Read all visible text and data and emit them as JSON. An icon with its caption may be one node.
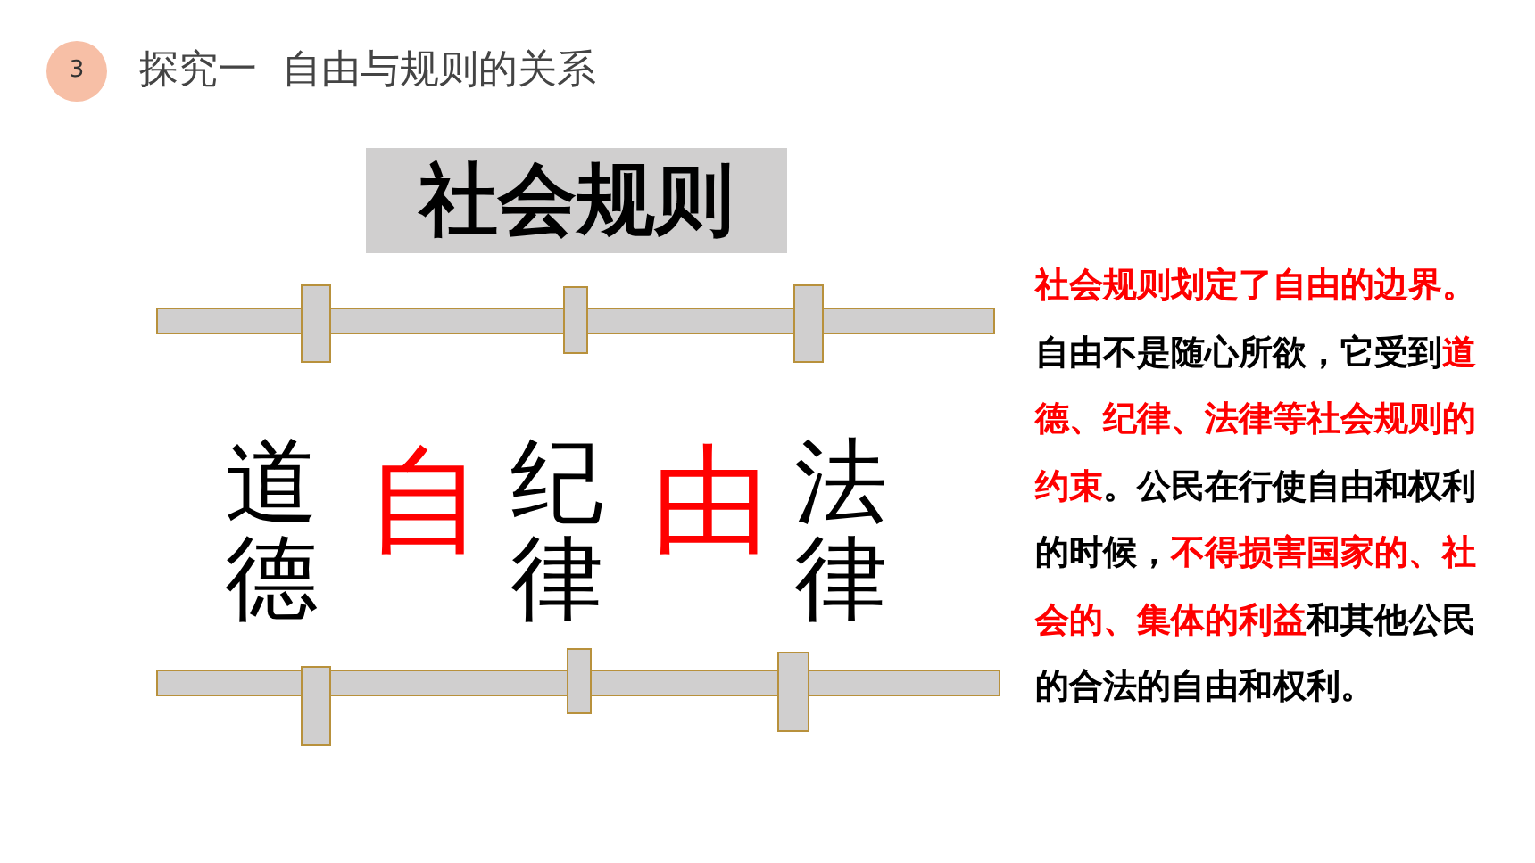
{
  "diagram": {
    "title": "探究一  自由与规则的关系",
    "labels": [
      "3",
      "社会规则",
      "道德",
      "自",
      "纪律",
      "由",
      "法律",
      "**社会规则划定了自由的边界。**自由不是随心所欲，它受到**道德、纪律、法律等社会规则的约束**。公民在行使自由和权利的时候，**不得损害国家的、社会的、集体的利益**和其他公民的合法的自由和权利。"
    ]
  }
}
